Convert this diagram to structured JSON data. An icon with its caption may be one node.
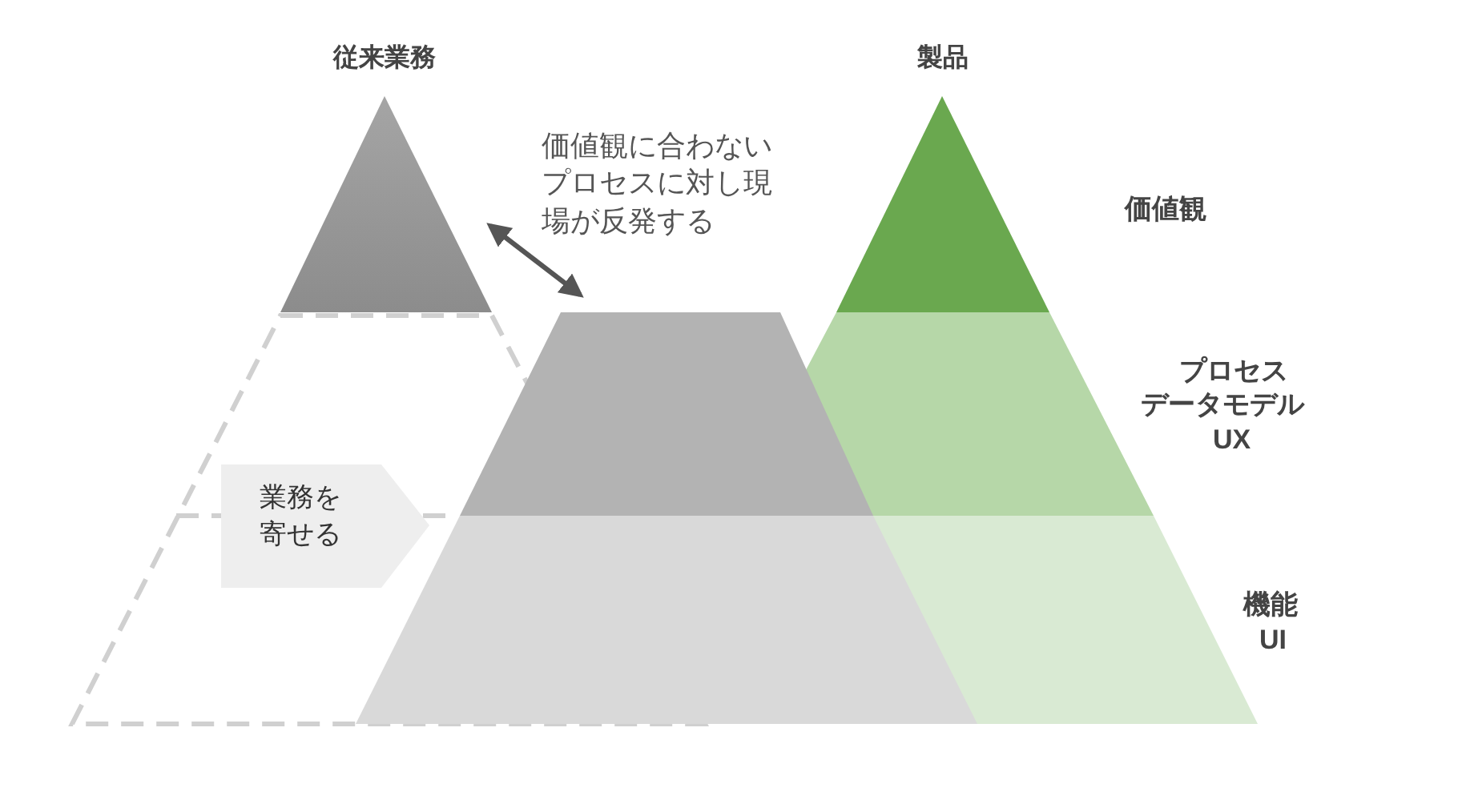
{
  "diagram": {
    "nodes": [
      {
        "text": [
          "従来業務"
        ]
      },
      {
        "text": [],
        "shape": "trapezoid"
      },
      {
        "text": [],
        "shape": "trapezoid"
      },
      {
        "text": [],
        "shape": "trapezoid"
      },
      {
        "text": [
          "製品"
        ]
      },
      {
        "text": [],
        "shape": "trapezoid"
      },
      {
        "text": [],
        "shape": "trapezoid"
      },
      {
        "text": [
          "業務を寄せる"
        ],
        "in": 1
      }
    ],
    "edges": [
      {
        "from": 0,
        "to": 2,
        "arrow": "both"
      }
    ],
    "labels": [
      "価値観に合わないプロセスに対し現場が反発する",
      "価値観",
      "プロセス",
      "データモデル",
      "UX",
      "機能",
      "UI"
    ]
  }
}
